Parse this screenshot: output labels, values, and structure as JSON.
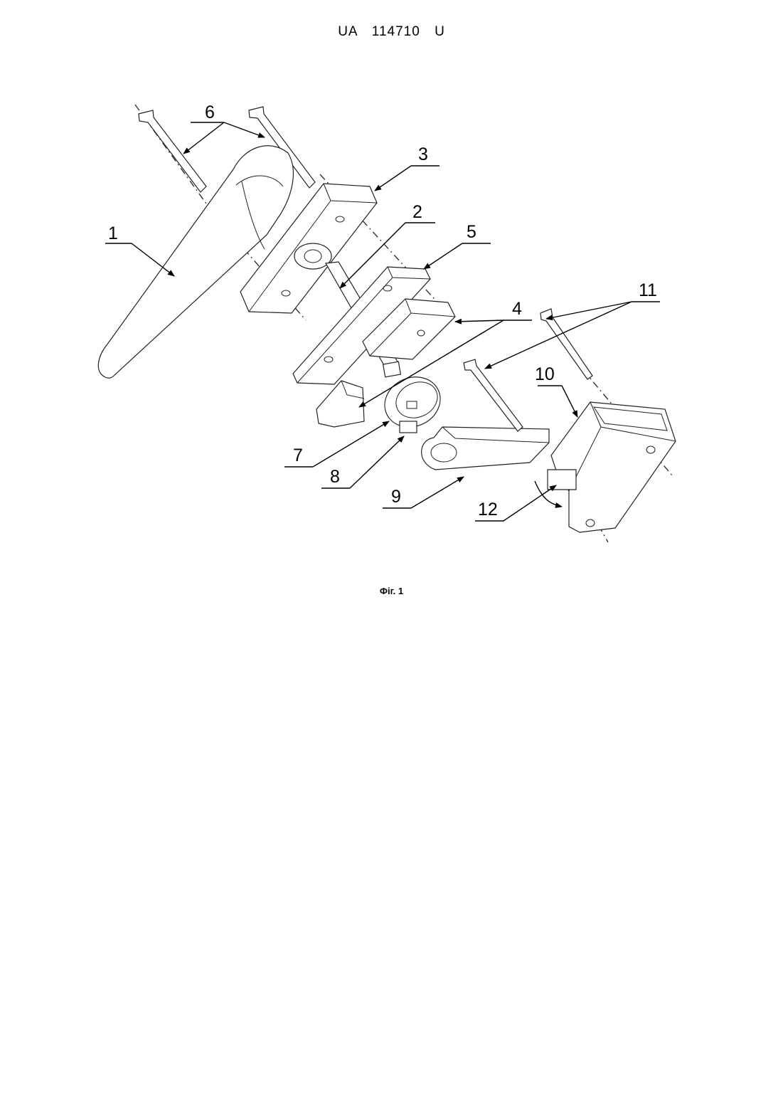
{
  "header": {
    "text": "UA   114710   U"
  },
  "figure": {
    "caption": "Фіг. 1",
    "labels": [
      "1",
      "2",
      "3",
      "4",
      "5",
      "6",
      "7",
      "8",
      "9",
      "10",
      "11",
      "12"
    ]
  }
}
